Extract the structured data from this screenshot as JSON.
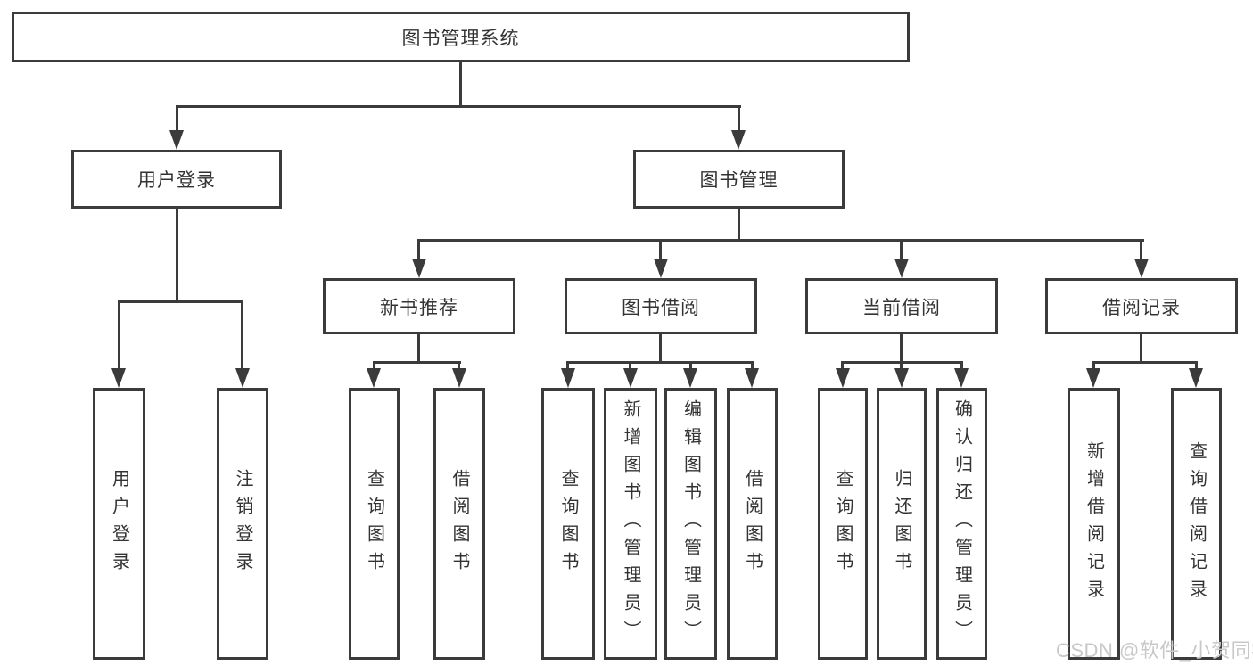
{
  "diagram_colors": {
    "stroke": "#3b3b3b",
    "text": "#333333",
    "box_fill": "#ffffff",
    "watermark": "#c8c8c8"
  },
  "tree": {
    "label": "图书管理系统",
    "children": [
      {
        "label": "用户登录",
        "children": [
          {
            "label": "用户登录"
          },
          {
            "label": "注销登录"
          }
        ]
      },
      {
        "label": "图书管理",
        "children": [
          {
            "label": "新书推荐",
            "children": [
              {
                "label": "查询图书"
              },
              {
                "label": "借阅图书"
              }
            ]
          },
          {
            "label": "图书借阅",
            "children": [
              {
                "label": "查询图书"
              },
              {
                "label": "新增图书（管理员）"
              },
              {
                "label": "编辑图书（管理员）"
              },
              {
                "label": "借阅图书"
              }
            ]
          },
          {
            "label": "当前借阅",
            "children": [
              {
                "label": "查询图书"
              },
              {
                "label": "归还图书"
              },
              {
                "label": "确认归还（管理员）"
              }
            ]
          },
          {
            "label": "借阅记录",
            "children": [
              {
                "label": "新增借阅记录"
              },
              {
                "label": "查询借阅记录"
              }
            ]
          }
        ]
      }
    ]
  },
  "watermark": {
    "text": "CSDN @软件_小贺同学"
  }
}
